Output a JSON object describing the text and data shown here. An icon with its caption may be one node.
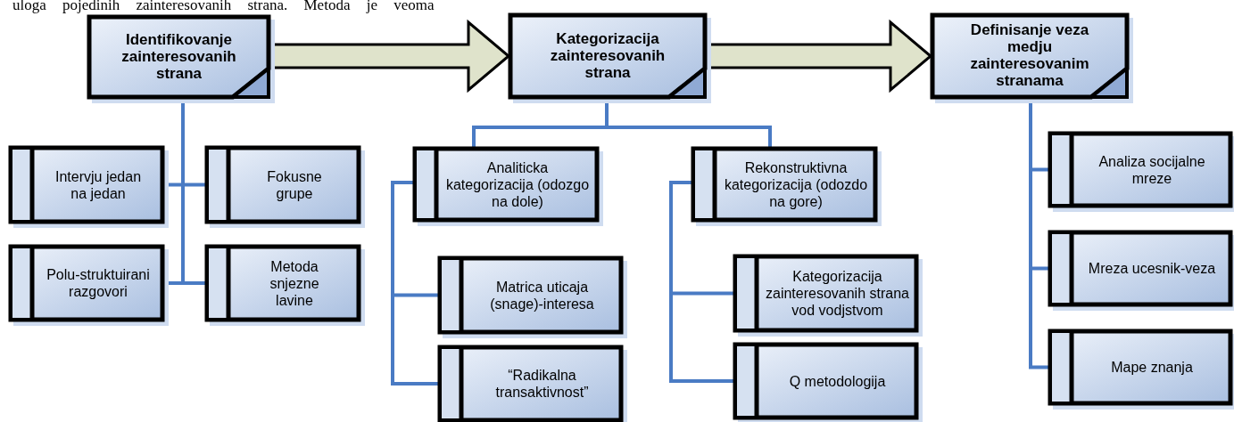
{
  "diagram": {
    "nodes": [
      {
        "text": [
          "Identifikovanje zainteresovanih strana"
        ]
      },
      {
        "text": [
          "Kategorizacija zainteresovanih strana"
        ]
      },
      {
        "text": [
          "Definisanje veza medju zainteresovanim stranama"
        ]
      },
      {
        "text": [
          "Intervju jedan na jedan"
        ]
      },
      {
        "text": [
          "Fokusne grupe"
        ]
      },
      {
        "text": [
          "Polu-struktuirani razgovori"
        ]
      },
      {
        "text": [
          "Metoda snjezne lavine"
        ]
      },
      {
        "text": [
          "Analiticka kategorizacija (odozgo na dole)"
        ]
      },
      {
        "text": [
          "Rekonstruktivna kategorizacija (odozdo na gore)"
        ]
      },
      {
        "text": [
          "Matrica uticaja (snage)-interesa"
        ]
      },
      {
        "text": [
          "“Radikalna transaktivnost”"
        ]
      },
      {
        "text": [
          "Kategorizacija zainteresovanih strana vod vodjstvom"
        ]
      },
      {
        "text": [
          "Q metodologija"
        ]
      },
      {
        "text": [
          "Analiza socijalne mreze"
        ]
      },
      {
        "text": [
          "Mreza ucesnik-veza"
        ]
      },
      {
        "text": [
          "Mape znanja"
        ]
      }
    ],
    "edges": [
      {
        "from": 0,
        "to": 1,
        "arrow": "to",
        "style": "thick",
        "color": "#dfe3cb"
      },
      {
        "from": 1,
        "to": 2,
        "arrow": "to",
        "style": "thick",
        "color": "#dfe3cb"
      },
      {
        "from": 0,
        "to": 3,
        "arrow": "none"
      },
      {
        "from": 0,
        "to": 4,
        "arrow": "none"
      },
      {
        "from": 0,
        "to": 5,
        "arrow": "none"
      },
      {
        "from": 0,
        "to": 6,
        "arrow": "none"
      },
      {
        "from": 1,
        "to": 7,
        "arrow": "none"
      },
      {
        "from": 1,
        "to": 8,
        "arrow": "none"
      },
      {
        "from": 7,
        "to": 9,
        "arrow": "none"
      },
      {
        "from": 7,
        "to": 10,
        "arrow": "none"
      },
      {
        "from": 8,
        "to": 11,
        "arrow": "none"
      },
      {
        "from": 8,
        "to": 12,
        "arrow": "none"
      },
      {
        "from": 2,
        "to": 13,
        "arrow": "none"
      },
      {
        "from": 2,
        "to": 14,
        "arrow": "none"
      },
      {
        "from": 2,
        "to": 15,
        "arrow": "none"
      }
    ],
    "labels": [
      "uloga pojedinih zainteresovanih strana. Metoda je veoma"
    ]
  }
}
